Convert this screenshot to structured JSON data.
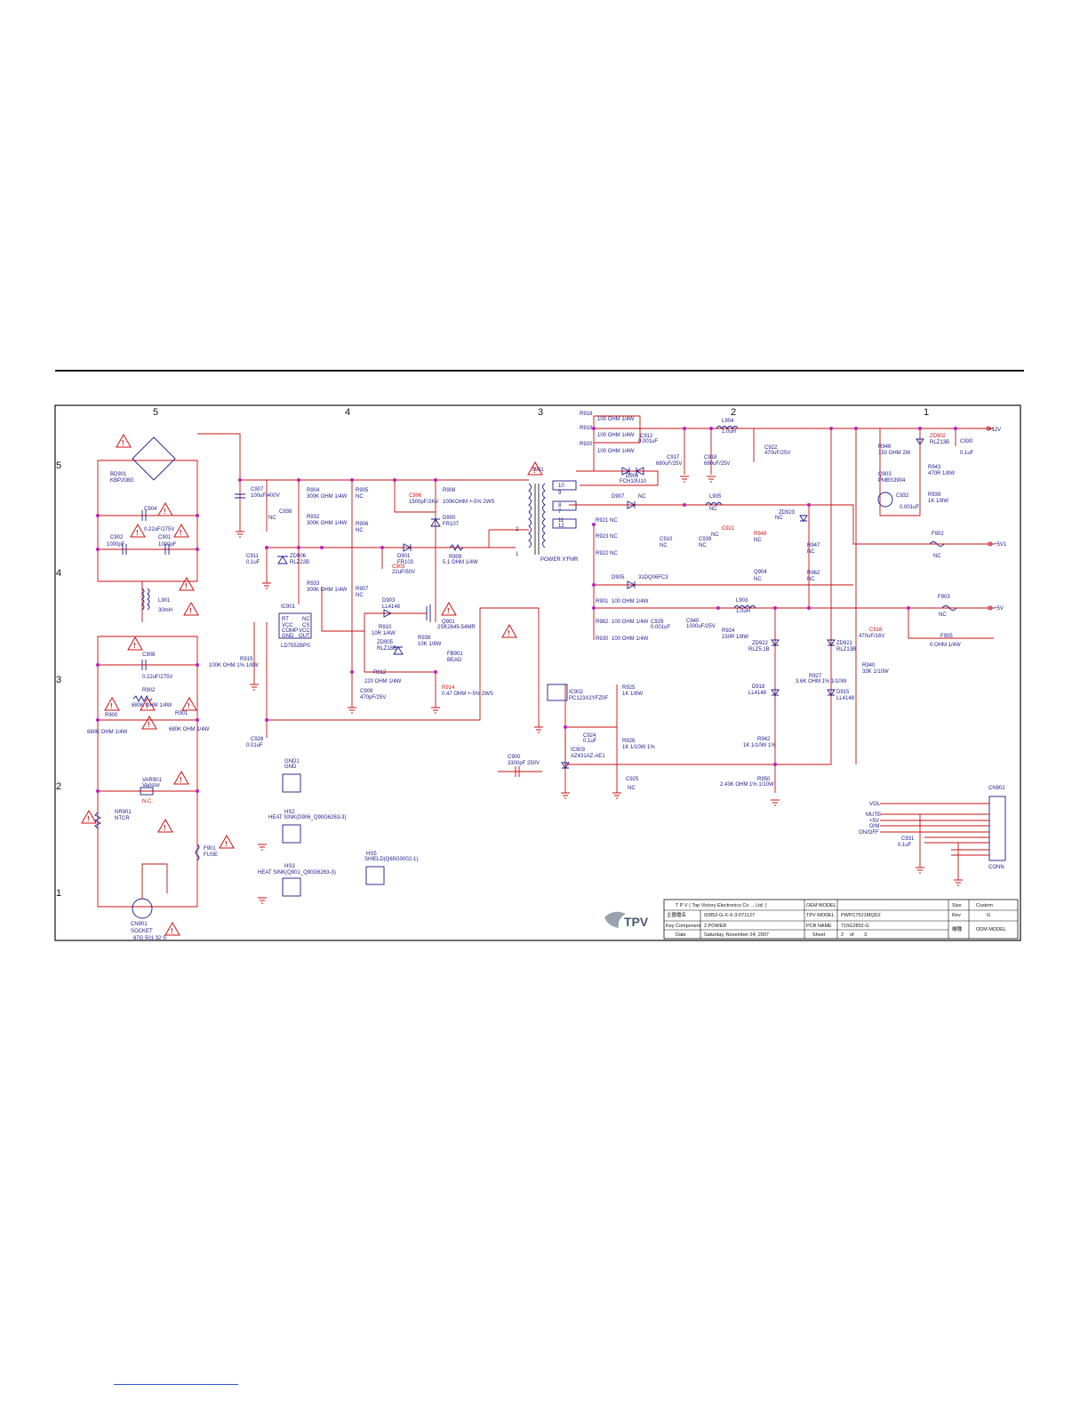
{
  "grid": {
    "cols": [
      "5",
      "4",
      "3",
      "2",
      "1"
    ],
    "rows": [
      "5",
      "4",
      "3",
      "2",
      "1"
    ]
  },
  "components": {
    "BD901": {
      "ref": "BD901",
      "value": "KBP208G"
    },
    "C904": {
      "ref": "C904",
      "value": "0.22uF/275V"
    },
    "C902": {
      "ref": "C902",
      "value": "1000pF"
    },
    "C901": {
      "ref": "C901",
      "value": "1000pF"
    },
    "L901": {
      "ref": "L901",
      "value": "30mH"
    },
    "C908b": {
      "ref": "C908",
      "value": "0.22uF/275V"
    },
    "R902": {
      "ref": "R902",
      "value": "680K OHM 1/4W"
    },
    "R900": {
      "ref": "R900",
      "value": "680K OHM 1/4W"
    },
    "R901": {
      "ref": "R901",
      "value": "680K OHM 1/4W"
    },
    "VAR901": {
      "ref": "VAR901",
      "value": "Varistor",
      "note": "N.C."
    },
    "NR901": {
      "ref": "NR901",
      "value": "NTCR"
    },
    "F901": {
      "ref": "F901",
      "value": "FUSE"
    },
    "CN901": {
      "ref": "CN901",
      "value": "SOCKET",
      "part": "87G 501 32 S"
    },
    "C907": {
      "ref": "C907",
      "value": "100uF/400V"
    },
    "C938": {
      "ref": "C938",
      "value": "NC"
    },
    "R904": {
      "ref": "R904",
      "value": "300K OHM 1/4W"
    },
    "R905": {
      "ref": "R905",
      "value": "NC"
    },
    "R932": {
      "ref": "R932",
      "value": "300K OHM 1/4W"
    },
    "R906": {
      "ref": "R906",
      "value": "NC"
    },
    "R933": {
      "ref": "R933",
      "value": "300K OHM 1/4W"
    },
    "R907": {
      "ref": "R907",
      "value": "NC"
    },
    "C911": {
      "ref": "C911",
      "value": "0.1uF"
    },
    "ZD906": {
      "ref": "ZD906",
      "value": "RLZ22B"
    },
    "IC901": {
      "ref": "IC901",
      "value": "LD7552BPS",
      "pins": [
        "RT",
        "NC",
        "VCC",
        "CS",
        "COMP",
        "VCC",
        "GND",
        "OUT"
      ]
    },
    "R915": {
      "ref": "R915",
      "value": "100K OHM 1% 1/8W"
    },
    "C928": {
      "ref": "C928",
      "value": "0.01uF"
    },
    "C906": {
      "ref": "C906",
      "value": "1500pF/2KV"
    },
    "R908": {
      "ref": "R908",
      "value": "100KOHM +-5% 2WS"
    },
    "D900": {
      "ref": "D900",
      "value": "FR107"
    },
    "D901": {
      "ref": "D901",
      "value": "FR103"
    },
    "C903": {
      "ref": "C903",
      "value": "22uF/50V"
    },
    "R909": {
      "ref": "R909",
      "value": "5.1 OHM 1/4W"
    },
    "D903": {
      "ref": "D903",
      "value": "LL4148"
    },
    "R910": {
      "ref": "R910",
      "value": "10R 1/4W"
    },
    "ZD905": {
      "ref": "ZD905",
      "value": "RLZ18B"
    },
    "R938": {
      "ref": "R938",
      "value": "10K 1/8W"
    },
    "Q901": {
      "ref": "Q901",
      "value": "2SK2645-54MR"
    },
    "FB901": {
      "ref": "FB901",
      "value": "BEAD"
    },
    "R912": {
      "ref": "R912",
      "value": "220 OHM 1/4W"
    },
    "C909": {
      "ref": "C909",
      "value": "470pF/25V"
    },
    "R914": {
      "ref": "R914",
      "value": "0.47 OHM +-5% 2WS"
    },
    "T901": {
      "ref": "T901",
      "value": "POWER X'FMR",
      "pins": [
        "10",
        "9",
        "8",
        "7",
        "11",
        "12",
        "2",
        "1"
      ]
    },
    "R918": {
      "ref": "R918",
      "value": "100 OHM 1/4W"
    },
    "R919": {
      "ref": "R919",
      "value": "100 OHM 1/4W"
    },
    "R920": {
      "ref": "R920",
      "value": "100 OHM 1/4W"
    },
    "C912": {
      "ref": "C912",
      "value": "0.001uF"
    },
    "D906": {
      "ref": "D906",
      "value": "FCH10U10"
    },
    "C917": {
      "ref": "C917",
      "value": "680uF/25V"
    },
    "C918": {
      "ref": "C918",
      "value": "680uF/25V"
    },
    "L904": {
      "ref": "L904",
      "value": "1.0uH"
    },
    "C922": {
      "ref": "C922",
      "value": "470uF/25V"
    },
    "D907": {
      "ref": "D907",
      "value": "NC"
    },
    "L905": {
      "ref": "L905",
      "value": "NC"
    },
    "R921": {
      "ref": "R921",
      "value": "NC"
    },
    "R923": {
      "ref": "R923",
      "value": "NC"
    },
    "R922": {
      "ref": "R922",
      "value": "NC"
    },
    "C910": {
      "ref": "C910",
      "value": "NC"
    },
    "C939": {
      "ref": "C939",
      "value": "NC"
    },
    "C921": {
      "ref": "C921",
      "value": "NC"
    },
    "R948": {
      "ref": "R948",
      "value": "NC"
    },
    "ZD923": {
      "ref": "ZD923",
      "value": "NC"
    },
    "R947": {
      "ref": "R947",
      "value": "NC"
    },
    "R962": {
      "ref": "R962",
      "value": "NC"
    },
    "Q904": {
      "ref": "Q904",
      "value": "NC"
    },
    "D905": {
      "ref": "D905",
      "value": "31DQ06FC3"
    },
    "R901s": {
      "ref": "R901",
      "value": "100 OHM 1/4W"
    },
    "R982": {
      "ref": "R982",
      "value": "100 OHM 1/4W"
    },
    "R930": {
      "ref": "R930",
      "value": "100 OHM 1/4W"
    },
    "C929": {
      "ref": "C929",
      "value": "0.001uF"
    },
    "C940": {
      "ref": "C940",
      "value": "1000uF/25V"
    },
    "L903": {
      "ref": "L903",
      "value": "1.0uH"
    },
    "R924": {
      "ref": "R924",
      "value": "150R 1/8W"
    },
    "ZD922": {
      "ref": "ZD922",
      "value": "RLZ5.1B"
    },
    "ZD921": {
      "ref": "ZD921",
      "value": "RLZ13B"
    },
    "D918": {
      "ref": "D918",
      "value": "LL4148"
    },
    "R927": {
      "ref": "R927",
      "value": "3.6K OHM 1% 1/10W"
    },
    "D915": {
      "ref": "D915",
      "value": "LL4148"
    },
    "R942": {
      "ref": "R942",
      "value": "1K 1/10W 1%"
    },
    "R950": {
      "ref": "R950",
      "value": "2.43K OHM 1% 1/10W"
    },
    "R946": {
      "ref": "R946",
      "value": "150 OHM 2W"
    },
    "ZD902": {
      "ref": "ZD902",
      "value": "RLZ13B"
    },
    "C930": {
      "ref": "C930",
      "value": "0.1uF"
    },
    "Q903": {
      "ref": "Q903",
      "value": "PMBS3904"
    },
    "R943": {
      "ref": "R943",
      "value": "470R 1/8W"
    },
    "C932": {
      "ref": "C932",
      "value": "0.001uF"
    },
    "R939": {
      "ref": "R939",
      "value": "1K 1/8W"
    },
    "F902": {
      "ref": "F902",
      "value": "NC"
    },
    "F903": {
      "ref": "F903",
      "value": "NC"
    },
    "C916": {
      "ref": "C916",
      "value": "470uF/16V"
    },
    "F905": {
      "ref": "F905",
      "value": "0 OHM 1/4W"
    },
    "R940": {
      "ref": "R940",
      "value": "33K 1/10W"
    },
    "IC902": {
      "ref": "IC902",
      "value": "PC123X2YFZ0F"
    },
    "R925": {
      "ref": "R925",
      "value": "1K 1/8W"
    },
    "C924": {
      "ref": "C924",
      "value": "0.1uF"
    },
    "R926": {
      "ref": "R926",
      "value": "1K 1/10W 1%"
    },
    "IC903": {
      "ref": "IC903",
      "value": "AZ431AZ-AE1"
    },
    "C925": {
      "ref": "C925",
      "value": "NC"
    },
    "C900": {
      "ref": "C900",
      "value": "3300pF 250V"
    },
    "GND1": {
      "ref": "GND1",
      "value": "GND"
    },
    "HS2": {
      "ref": "HS2",
      "value": "HEAT SINK(D906_Q90G6263-3)"
    },
    "HS3": {
      "ref": "HS3",
      "value": "HEAT SINK(Q901_Q90G6263-3)"
    },
    "HS5": {
      "ref": "HS5",
      "value": "SHIELD(Q65G0002-1)"
    },
    "C931": {
      "ref": "C931",
      "value": "0.1uF"
    },
    "CN902": {
      "ref": "CN902",
      "value": "CONN"
    }
  },
  "nets": {
    "v12": "+12V",
    "v5v1": "+5V1",
    "v5": "+5V",
    "connector_signals": [
      "VOL",
      "MUTE",
      "+5V",
      "O/M",
      "ON/OFF"
    ]
  },
  "title_block": {
    "company": "T P V  ( Top  Victory  Electronics  Co . , Ltd. )",
    "logo": "TPV",
    "r1_label": "主圖檔名",
    "r1_value": "02852-G-X-X-3-071127",
    "r2_label": "Key Component",
    "r2_value": "2.POWER",
    "r3_label": "Date",
    "r3_value": "Saturday, November 24, 2007",
    "oem_model_label": "OEM MODEL",
    "oem_model_value": "",
    "tpv_model_label": "TPV MODEL",
    "tpv_model_value": "PWPC7521MQD2",
    "pcb_name_label": "PCB NAME",
    "pcb_name_value": "715G2852-G",
    "sheet_label": "Sheet",
    "sheet_value": "2",
    "sheet_of": "of",
    "sheet_total": "3",
    "size_label": "Size",
    "size_value": "Custom",
    "rev_label": "Rev",
    "rev_value": "G",
    "side_label": "機種",
    "side_value": "ODM MODEL"
  }
}
